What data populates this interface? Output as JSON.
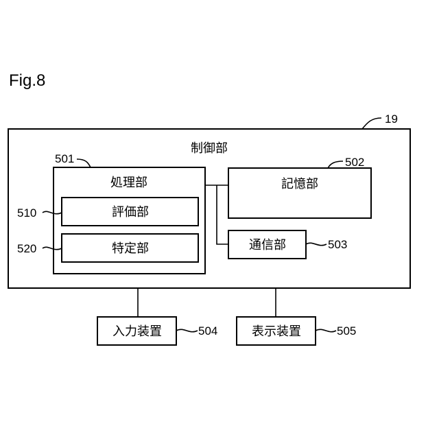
{
  "figure_label": "Fig.8",
  "control_unit": {
    "label": "制御部",
    "ref": "19"
  },
  "processing_unit": {
    "label": "処理部",
    "ref": "501"
  },
  "evaluation_unit": {
    "label": "評価部",
    "ref": "510"
  },
  "identification_unit": {
    "label": "特定部",
    "ref": "520"
  },
  "storage_unit": {
    "label": "記憶部",
    "ref": "502"
  },
  "communication_unit": {
    "label": "通信部",
    "ref": "503"
  },
  "input_device": {
    "label": "入力装置",
    "ref": "504"
  },
  "display_device": {
    "label": "表示装置",
    "ref": "505"
  }
}
